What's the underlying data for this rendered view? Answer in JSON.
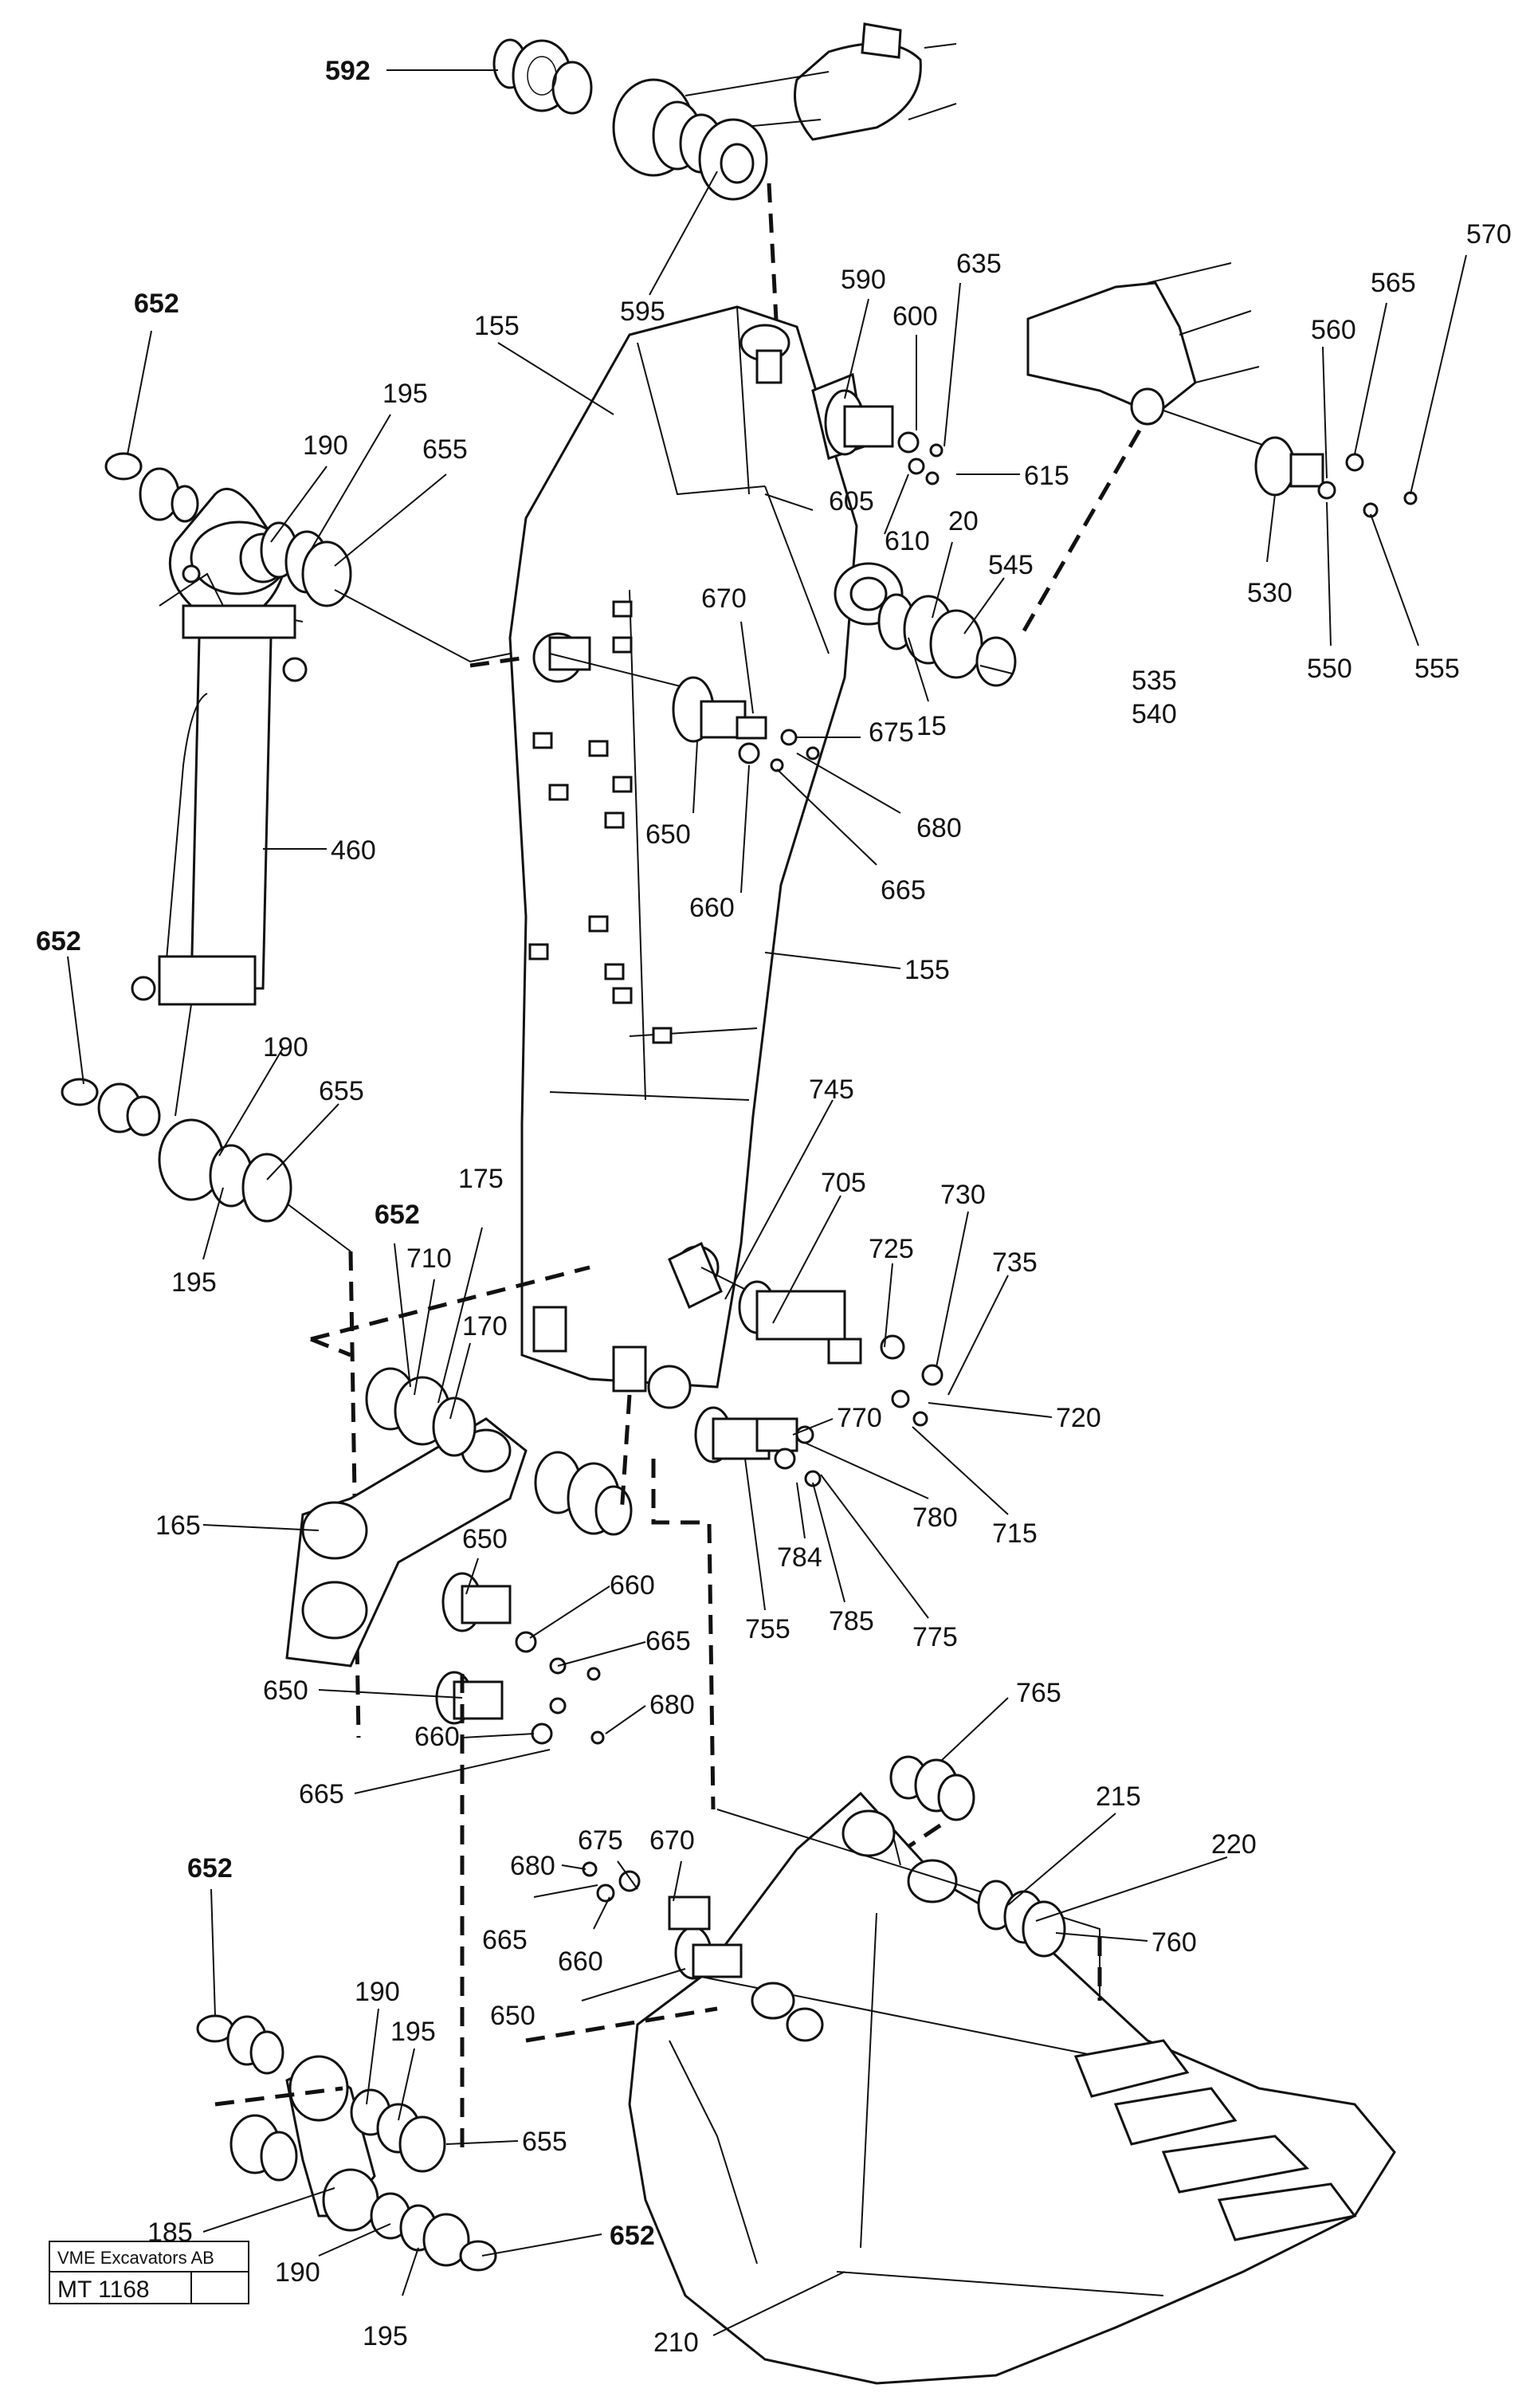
{
  "stamp": {
    "company": "VME Excavators AB",
    "code": "MT 1168"
  },
  "callouts": [
    {
      "id": "592a",
      "text": "592",
      "bold": true
    },
    {
      "id": "595",
      "text": "595",
      "bold": false
    },
    {
      "id": "652a",
      "text": "652",
      "bold": true
    },
    {
      "id": "195a",
      "text": "195",
      "bold": false
    },
    {
      "id": "190a",
      "text": "190",
      "bold": false
    },
    {
      "id": "655a",
      "text": "655",
      "bold": false
    },
    {
      "id": "155a",
      "text": "155",
      "bold": false
    },
    {
      "id": "590",
      "text": "590",
      "bold": false
    },
    {
      "id": "600",
      "text": "600",
      "bold": false
    },
    {
      "id": "635",
      "text": "635",
      "bold": false
    },
    {
      "id": "615",
      "text": "615",
      "bold": false
    },
    {
      "id": "605",
      "text": "605",
      "bold": false
    },
    {
      "id": "610",
      "text": "610",
      "bold": false
    },
    {
      "id": "570",
      "text": "570",
      "bold": false
    },
    {
      "id": "565",
      "text": "565",
      "bold": false
    },
    {
      "id": "560",
      "text": "560",
      "bold": false
    },
    {
      "id": "530",
      "text": "530",
      "bold": false
    },
    {
      "id": "550",
      "text": "550",
      "bold": false
    },
    {
      "id": "555",
      "text": "555",
      "bold": false
    },
    {
      "id": "20",
      "text": "20",
      "bold": false
    },
    {
      "id": "545",
      "text": "545",
      "bold": false
    },
    {
      "id": "535",
      "text": "535",
      "bold": false
    },
    {
      "id": "540",
      "text": "540",
      "bold": false
    },
    {
      "id": "15",
      "text": "15",
      "bold": false
    },
    {
      "id": "670a",
      "text": "670",
      "bold": false
    },
    {
      "id": "675a",
      "text": "675",
      "bold": false
    },
    {
      "id": "680a",
      "text": "680",
      "bold": false
    },
    {
      "id": "650a",
      "text": "650",
      "bold": false
    },
    {
      "id": "660a",
      "text": "660",
      "bold": false
    },
    {
      "id": "665a",
      "text": "665",
      "bold": false
    },
    {
      "id": "460",
      "text": "460",
      "bold": false
    },
    {
      "id": "155b",
      "text": "155",
      "bold": false
    },
    {
      "id": "652b",
      "text": "652",
      "bold": true
    },
    {
      "id": "190b",
      "text": "190",
      "bold": false
    },
    {
      "id": "655b",
      "text": "655",
      "bold": false
    },
    {
      "id": "195b",
      "text": "195",
      "bold": false
    },
    {
      "id": "745",
      "text": "745",
      "bold": false
    },
    {
      "id": "705",
      "text": "705",
      "bold": false
    },
    {
      "id": "730",
      "text": "730",
      "bold": false
    },
    {
      "id": "725",
      "text": "725",
      "bold": false
    },
    {
      "id": "735",
      "text": "735",
      "bold": false
    },
    {
      "id": "720",
      "text": "720",
      "bold": false
    },
    {
      "id": "715",
      "text": "715",
      "bold": false
    },
    {
      "id": "770",
      "text": "770",
      "bold": false
    },
    {
      "id": "780",
      "text": "780",
      "bold": false
    },
    {
      "id": "775",
      "text": "775",
      "bold": false
    },
    {
      "id": "784",
      "text": "784",
      "bold": false
    },
    {
      "id": "785",
      "text": "785",
      "bold": false
    },
    {
      "id": "755",
      "text": "755",
      "bold": false
    },
    {
      "id": "652c",
      "text": "652",
      "bold": true
    },
    {
      "id": "175",
      "text": "175",
      "bold": false
    },
    {
      "id": "710",
      "text": "710",
      "bold": false
    },
    {
      "id": "170",
      "text": "170",
      "bold": false
    },
    {
      "id": "165",
      "text": "165",
      "bold": false
    },
    {
      "id": "650b",
      "text": "650",
      "bold": false
    },
    {
      "id": "660b",
      "text": "660",
      "bold": false
    },
    {
      "id": "665b",
      "text": "665",
      "bold": false
    },
    {
      "id": "650c",
      "text": "650",
      "bold": false
    },
    {
      "id": "680b",
      "text": "680",
      "bold": false
    },
    {
      "id": "660c",
      "text": "660",
      "bold": false
    },
    {
      "id": "665c",
      "text": "665",
      "bold": false
    },
    {
      "id": "765",
      "text": "765",
      "bold": false
    },
    {
      "id": "215",
      "text": "215",
      "bold": false
    },
    {
      "id": "220",
      "text": "220",
      "bold": false
    },
    {
      "id": "760",
      "text": "760",
      "bold": false
    },
    {
      "id": "675b",
      "text": "675",
      "bold": false
    },
    {
      "id": "670b",
      "text": "670",
      "bold": false
    },
    {
      "id": "680c",
      "text": "680",
      "bold": false
    },
    {
      "id": "665d",
      "text": "665",
      "bold": false
    },
    {
      "id": "660d",
      "text": "660",
      "bold": false
    },
    {
      "id": "650d",
      "text": "650",
      "bold": false
    },
    {
      "id": "652d",
      "text": "652",
      "bold": true
    },
    {
      "id": "190c",
      "text": "190",
      "bold": false
    },
    {
      "id": "195c",
      "text": "195",
      "bold": false
    },
    {
      "id": "655c",
      "text": "655",
      "bold": false
    },
    {
      "id": "185",
      "text": "185",
      "bold": false
    },
    {
      "id": "652e",
      "text": "652",
      "bold": true
    },
    {
      "id": "190d",
      "text": "190",
      "bold": false
    },
    {
      "id": "195d",
      "text": "195",
      "bold": false
    },
    {
      "id": "210",
      "text": "210",
      "bold": false
    }
  ]
}
